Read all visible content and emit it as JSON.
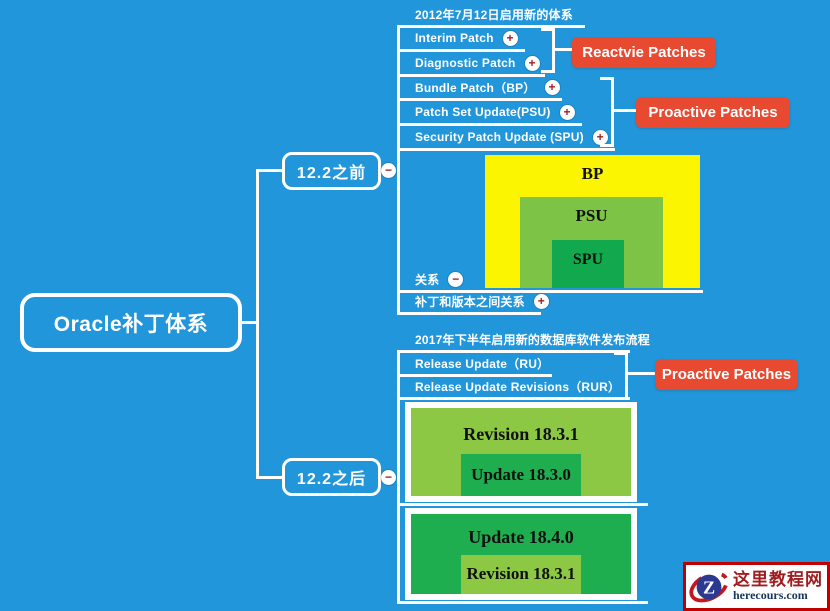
{
  "root": {
    "label": "Oracle补丁体系"
  },
  "branches": {
    "before": {
      "label": "12.2之前",
      "collapse_icon": "minus"
    },
    "after": {
      "label": "12.2之后",
      "collapse_icon": "minus"
    }
  },
  "branch1": {
    "rows": [
      {
        "label": "2012年7月12日启用新的体系",
        "icon": "none"
      },
      {
        "label": "Interim Patch",
        "icon": "plus"
      },
      {
        "label": "Diagnostic Patch",
        "icon": "plus"
      },
      {
        "label": "Bundle Patch（BP）",
        "icon": "plus"
      },
      {
        "label": "Patch Set Update(PSU)",
        "icon": "plus"
      },
      {
        "label": "Security Patch Update (SPU)",
        "icon": "plus"
      },
      {
        "label": "关系",
        "icon": "minus"
      },
      {
        "label": "补丁和版本之间关系",
        "icon": "plus"
      }
    ],
    "summaries": [
      {
        "label": "Reactvie Patches"
      },
      {
        "label": "Proactive Patches"
      }
    ],
    "diagram": {
      "outer": "BP",
      "middle": "PSU",
      "inner": "SPU"
    }
  },
  "branch2": {
    "rows": [
      {
        "label": "2017年下半年启用新的数据库软件发布流程",
        "icon": "none"
      },
      {
        "label": "Release Update（RU）",
        "icon": "none"
      },
      {
        "label": "Release Update Revisions（RUR）",
        "icon": "none"
      }
    ],
    "summary": {
      "label": "Proactive Patches"
    },
    "diagram1": {
      "outer": "Revision 18.3.1",
      "inner": "Update 18.3.0"
    },
    "diagram2": {
      "outer": "Update 18.4.0",
      "inner": "Revision 18.3.1"
    }
  },
  "watermark": {
    "brand": "这里教程网",
    "domain": "herecours.com",
    "monogram": "Z"
  },
  "icons": {
    "plus": "+",
    "minus": "−"
  },
  "colors": {
    "background": "#2196DA",
    "line_and_border": "#FFFFFF",
    "summary_red": "#E74A31",
    "venn_yellow": "#FBF502",
    "green_light": "#8CC843",
    "green_dark": "#1FAE4F",
    "icon_glyph_red": "#9E2121",
    "logo_border_red": "#C00000",
    "logo_brand_red": "#9E1D1F",
    "logo_navy": "#17375E"
  }
}
